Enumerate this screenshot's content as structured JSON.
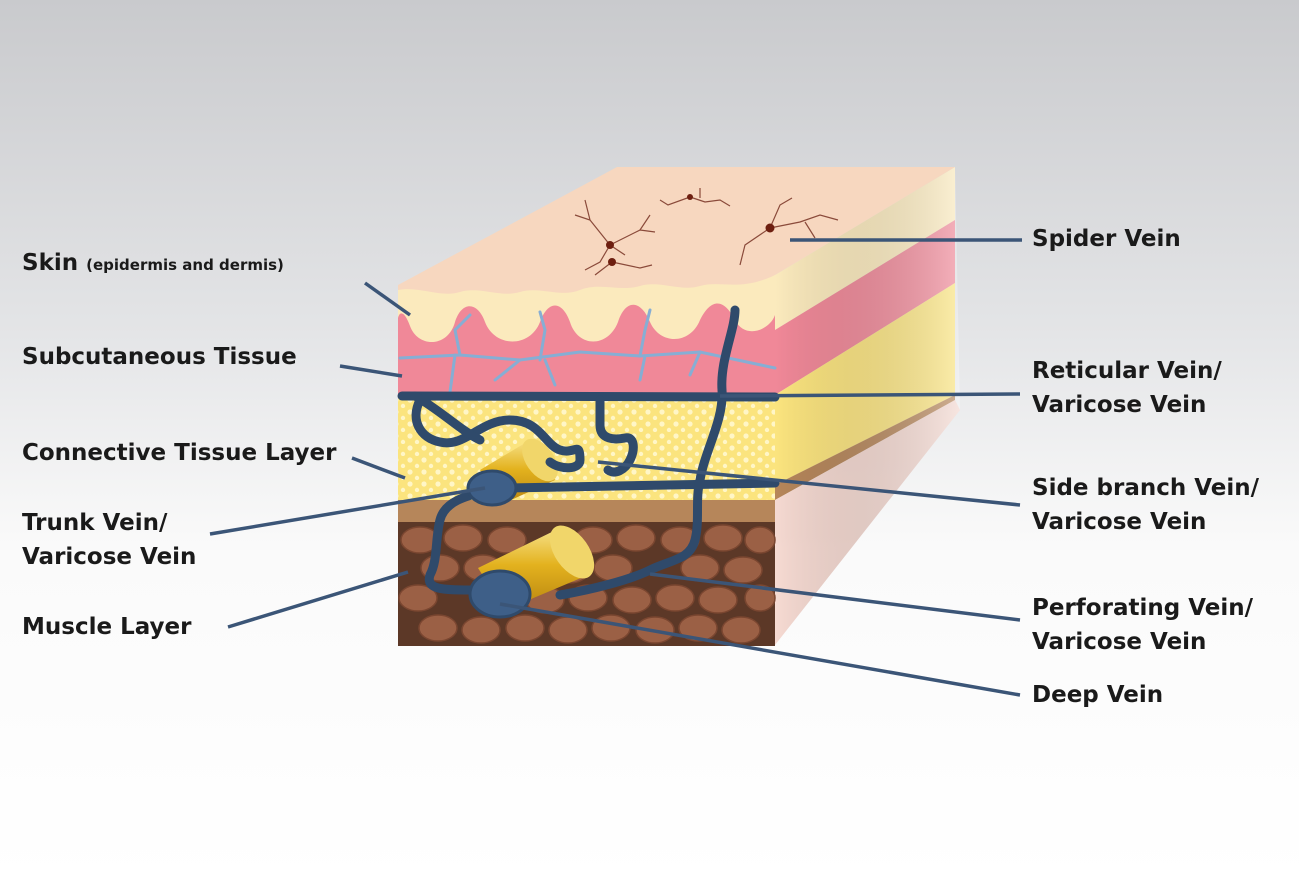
{
  "labels": {
    "skin": {
      "main": "Skin",
      "detail": "(epidermis and dermis)"
    },
    "subcutaneous": "Subcutaneous Tissue",
    "connective": "Connective Tissue Layer",
    "trunk": {
      "line1": "Trunk Vein/",
      "line2": "Varicose Vein"
    },
    "muscle": "Muscle Layer",
    "spider": "Spider Vein",
    "reticular": {
      "line1": "Reticular Vein/",
      "line2": "Varicose Vein"
    },
    "side_branch": {
      "line1": "Side branch Vein/",
      "line2": "Varicose Vein"
    },
    "perforating": {
      "line1": "Perforating Vein/",
      "line2": "Varicose Vein"
    },
    "deep": "Deep Vein"
  },
  "colors": {
    "skin_top": "#f7d7bf",
    "epidermis": "#fbeabd",
    "dermis": "#f08898",
    "fat_layer": "#fbe47e",
    "connective": "#b6865a",
    "muscle_bg": "#5c3827",
    "muscle_cell": "#9b6045",
    "vein": "#2f4a6b",
    "capillary": "#86aed4",
    "spider_vein": "#6e1f10",
    "leader_line": "#3b5577"
  }
}
